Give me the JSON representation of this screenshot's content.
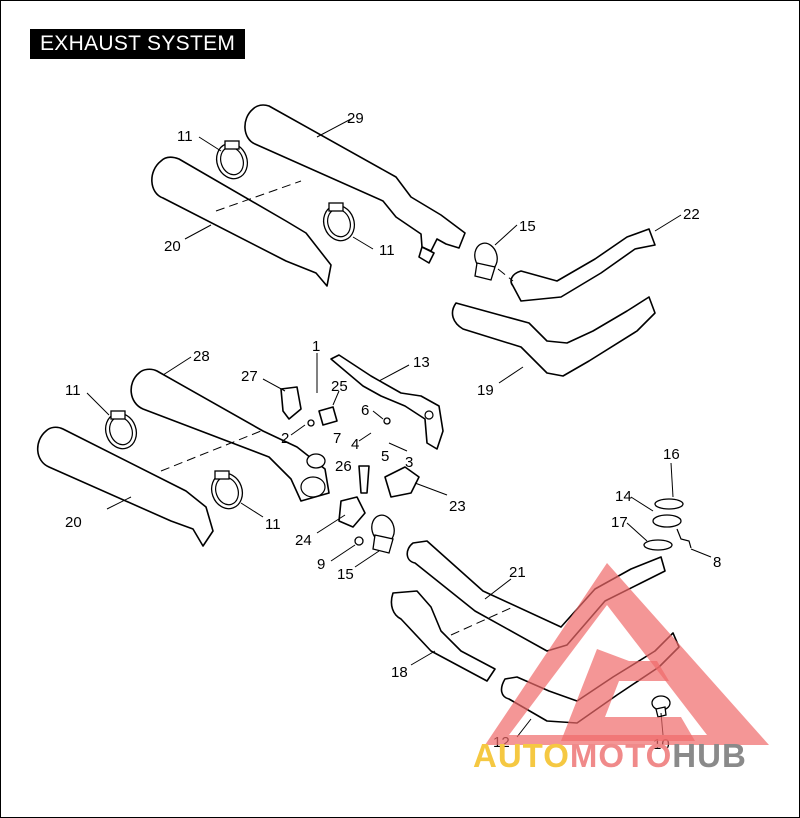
{
  "title": "EXHAUST SYSTEM",
  "callouts": {
    "c29": "29",
    "c11a": "11",
    "c20a": "20",
    "c11b": "11",
    "c15a": "15",
    "c22": "22",
    "c19": "19",
    "c28": "28",
    "c1": "1",
    "c13": "13",
    "c27": "27",
    "c25": "25",
    "c11c": "11",
    "c6": "6",
    "c2": "2",
    "c7": "7",
    "c4": "4",
    "c5": "5",
    "c26": "26",
    "c3": "3",
    "c16": "16",
    "c23": "23",
    "c14": "14",
    "c20b": "20",
    "c11d": "11",
    "c24": "24",
    "c17": "17",
    "c8": "8",
    "c9": "9",
    "c15b": "15",
    "c21": "21",
    "c18": "18",
    "c12": "12",
    "c10": "10"
  },
  "watermark": {
    "part1": "AUTO",
    "part2": "MOTO",
    "part3": "HUB",
    "colors": {
      "auto": "#f5c842",
      "moto": "#f08a8a",
      "hub": "#8a8a8a",
      "triangle": "#f06a6a"
    }
  }
}
